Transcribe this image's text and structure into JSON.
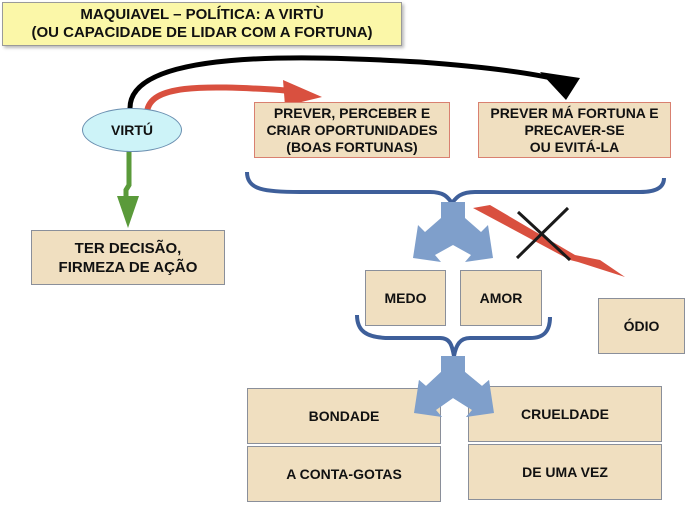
{
  "title": {
    "line1": "MAQUIAVEL – POLÍTICA: A VIRTÙ",
    "line2": "(OU CAPACIDADE DE LIDAR COM A FORTUNA)"
  },
  "nodes": {
    "virtu": "VIRTÚ",
    "oportunidades": [
      "PREVER, PERCEBER E",
      "CRIAR OPORTUNIDADES",
      "(BOAS FORTUNAS)"
    ],
    "ma_fortuna": [
      "PREVER MÁ FORTUNA E",
      "PRECAVER-SE",
      "OU EVITÁ-LA"
    ],
    "decisao": [
      "TER DECISÃO,",
      "FIRMEZA DE AÇÃO"
    ],
    "medo": "MEDO",
    "amor": "AMOR",
    "odio": "ÓDIO",
    "bondade": "BONDADE",
    "conta_gotas": "A CONTA-GOTAS",
    "crueldade": "CRUELDADE",
    "uma_vez": "DE UMA VEZ"
  },
  "colors": {
    "black_arrow": "#000000",
    "red_arrow": "#d9503f",
    "green_arrow": "#5a9a3a",
    "brace_blue": "#3e5f9a",
    "split_arrow_blue": "#7f9fcb",
    "box_fill": "#f0dfc0",
    "title_fill": "#fbf7a8",
    "ellipse_fill": "#cdf3f8"
  }
}
